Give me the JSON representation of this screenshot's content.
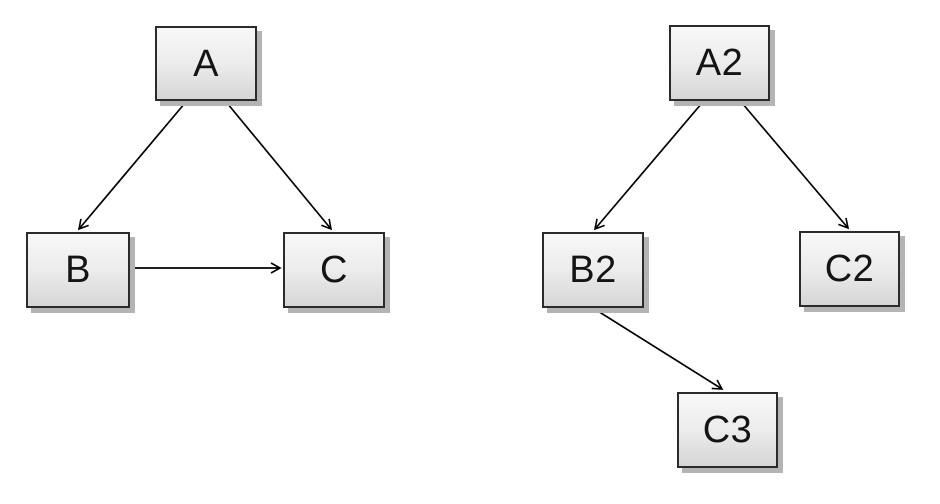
{
  "colors": {
    "background": "#ffffff",
    "node_fill_top": "#f8f8f8",
    "node_fill_bottom": "#d6d6d6",
    "node_border": "#2b2b2b",
    "node_shadow": "#b4b4b4",
    "edge_stroke": "#000000",
    "label_text": "#141414"
  },
  "diagram": {
    "left_graph": {
      "nodes": [
        {
          "id": "A",
          "label": "A"
        },
        {
          "id": "B",
          "label": "B"
        },
        {
          "id": "C",
          "label": "C"
        }
      ],
      "edges": [
        {
          "from": "A",
          "to": "B"
        },
        {
          "from": "A",
          "to": "C"
        },
        {
          "from": "B",
          "to": "C"
        }
      ]
    },
    "right_graph": {
      "nodes": [
        {
          "id": "A2",
          "label": "A2"
        },
        {
          "id": "B2",
          "label": "B2"
        },
        {
          "id": "C2",
          "label": "C2"
        },
        {
          "id": "C3",
          "label": "C3"
        }
      ],
      "edges": [
        {
          "from": "A2",
          "to": "B2"
        },
        {
          "from": "A2",
          "to": "C2"
        },
        {
          "from": "B2",
          "to": "C3"
        }
      ]
    }
  }
}
